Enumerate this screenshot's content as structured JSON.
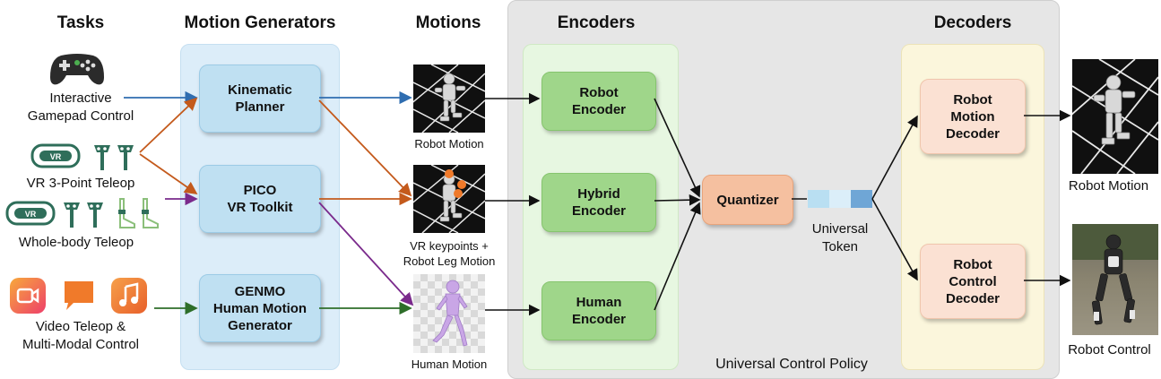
{
  "headers": {
    "tasks": "Tasks",
    "motion_generators": "Motion Generators",
    "motions": "Motions",
    "encoders": "Encoders",
    "decoders": "Decoders"
  },
  "tasks": [
    {
      "label": "Interactive\nGamepad Control"
    },
    {
      "label": "VR 3-Point Teleop"
    },
    {
      "label": "Whole-body Teleop"
    },
    {
      "label": "Video Teleop &\nMulti-Modal Control"
    }
  ],
  "generators": [
    {
      "label": "Kinematic\nPlanner"
    },
    {
      "label": "PICO\nVR Toolkit"
    },
    {
      "label": "GENMO\nHuman Motion\nGenerator"
    }
  ],
  "motions": [
    {
      "label": "Robot Motion"
    },
    {
      "label": "VR keypoints +\nRobot Leg Motion"
    },
    {
      "label": "Human Motion"
    }
  ],
  "encoders": [
    {
      "label": "Robot\nEncoder"
    },
    {
      "label": "Hybrid\nEncoder"
    },
    {
      "label": "Human\nEncoder"
    }
  ],
  "quantizer": {
    "label": "Quantizer"
  },
  "token": {
    "label": "Universal\nToken"
  },
  "policy": {
    "label": "Universal Control Policy"
  },
  "decoders": [
    {
      "label": "Robot\nMotion\nDecoder"
    },
    {
      "label": "Robot\nControl\nDecoder"
    }
  ],
  "outputs": [
    {
      "label": "Robot Motion"
    },
    {
      "label": "Robot Control"
    }
  ],
  "colors": {
    "blue_arrow": "#2f6db0",
    "orange_arrow": "#c45a1c",
    "purple_arrow": "#7a2a8c",
    "green_arrow": "#2e6e2a",
    "generator_panel": "#dcedf9",
    "encoder_panel": "#e7f7e1",
    "decoder_panel": "#fbf6dc",
    "policy_panel": "#e6e6e6"
  }
}
